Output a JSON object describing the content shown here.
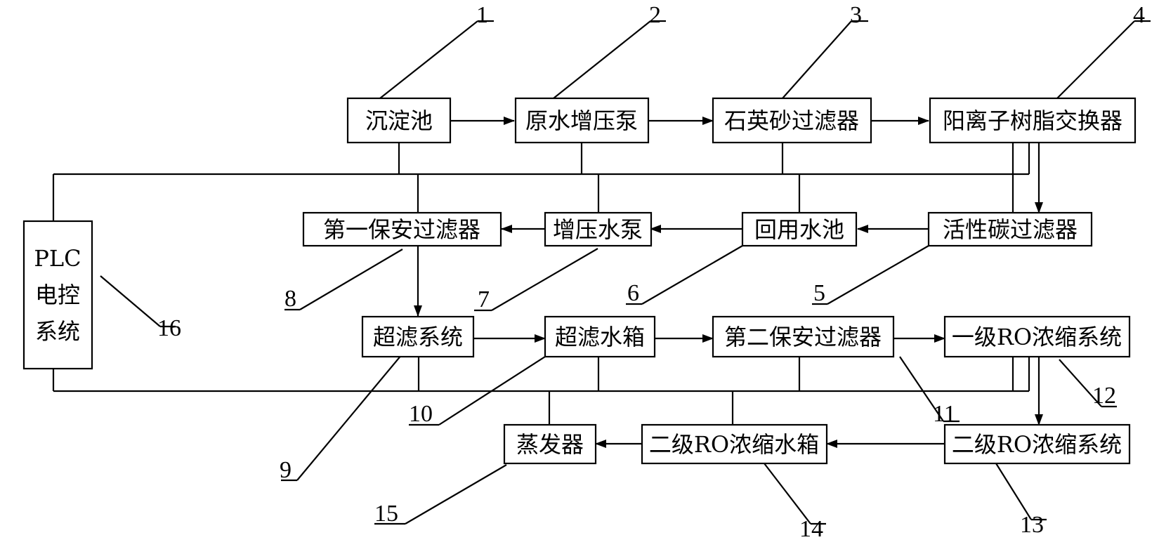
{
  "boxes": {
    "sedimentation_tank": "沉淀池",
    "raw_water_booster_pump": "原水增压泵",
    "quartz_sand_filter": "石英砂过滤器",
    "cation_resin_exchanger": "阳离子树脂交换器",
    "activated_carbon_filter": "活性碳过滤器",
    "reuse_water_tank": "回用水池",
    "booster_water_pump": "增压水泵",
    "first_security_filter": "第一保安过滤器",
    "ultrafiltration_system": "超滤系统",
    "ultrafiltration_water_tank": "超滤水箱",
    "second_security_filter": "第二保安过滤器",
    "primary_ro_system": "一级RO浓缩系统",
    "secondary_ro_system": "二级RO浓缩系统",
    "secondary_ro_water_tank": "二级RO浓缩水箱",
    "evaporator": "蒸发器",
    "plc_line1": "PLC",
    "plc_line2": "电控",
    "plc_line3": "系统"
  },
  "labels": {
    "n1": "1",
    "n2": "2",
    "n3": "3",
    "n4": "4",
    "n5": "5",
    "n6": "6",
    "n7": "7",
    "n8": "8",
    "n9": "9",
    "n10": "10",
    "n11": "11",
    "n12": "12",
    "n13": "13",
    "n14": "14",
    "n15": "15",
    "n16": "16"
  }
}
